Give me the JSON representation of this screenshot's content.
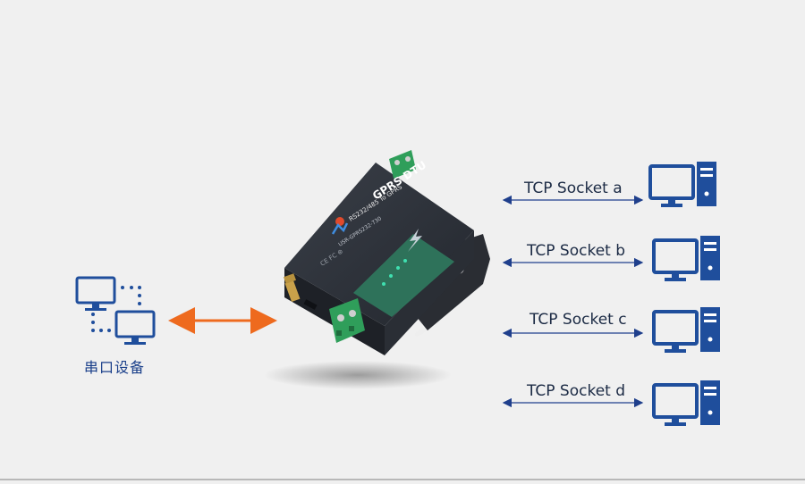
{
  "serial_device": {
    "label": "串口设备"
  },
  "device": {
    "title": "GPRS DTU",
    "subtitle": "RS232/485 To GPRS",
    "model": "USR-GPRS232-730",
    "cert_marks": "CE  FC  ⊛"
  },
  "tcp_links": [
    {
      "label": "TCP Socket a"
    },
    {
      "label": "TCP Socket b"
    },
    {
      "label": "TCP Socket c"
    },
    {
      "label": "TCP Socket d"
    }
  ],
  "colors": {
    "link_arrow": "#1f3f8c",
    "serial_arrow": "#ee6a1e",
    "computer_blue": "#1f4e9c",
    "device_body": "#2c3038",
    "terminal_green": "#2f9e5a"
  }
}
